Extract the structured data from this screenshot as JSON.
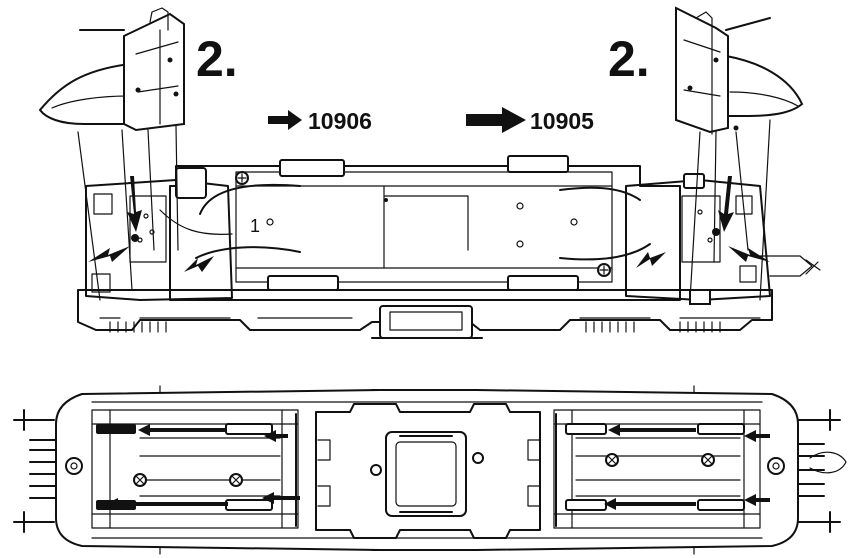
{
  "steps": [
    "2.",
    "2."
  ],
  "part_labels": [
    {
      "number": "10906",
      "arrow": "right-arrow"
    },
    {
      "number": "10905",
      "arrow": "right-arrow"
    }
  ],
  "icons": [
    "right-arrow",
    "screw-icon",
    "pointer-arrow"
  ],
  "colors": {
    "line": "#111111",
    "background": "#ffffff"
  }
}
